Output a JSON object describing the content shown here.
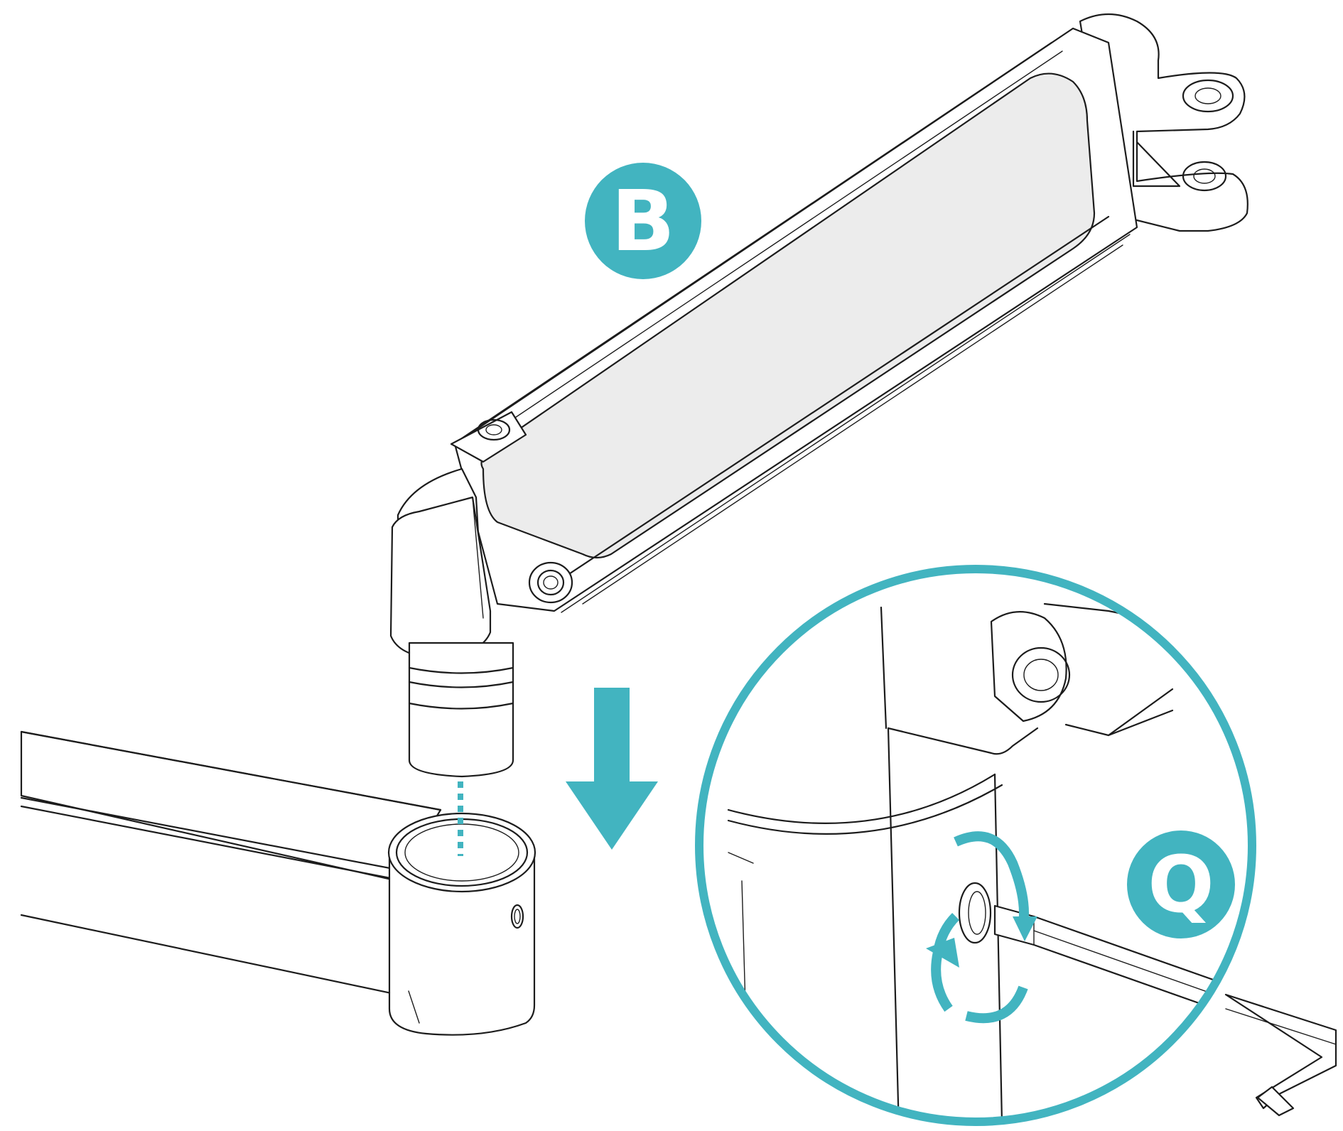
{
  "accent_color": "#42b4c0",
  "line_color": "#1c1c1c",
  "labels": {
    "arm_part": "B",
    "tool_part": "Q"
  },
  "icons": {
    "insert_direction": "arrow-down-icon",
    "alignment_guide": "dotted-guide-line",
    "rotation": "rotate-arrows-icon",
    "tool": "hex-key-icon"
  }
}
